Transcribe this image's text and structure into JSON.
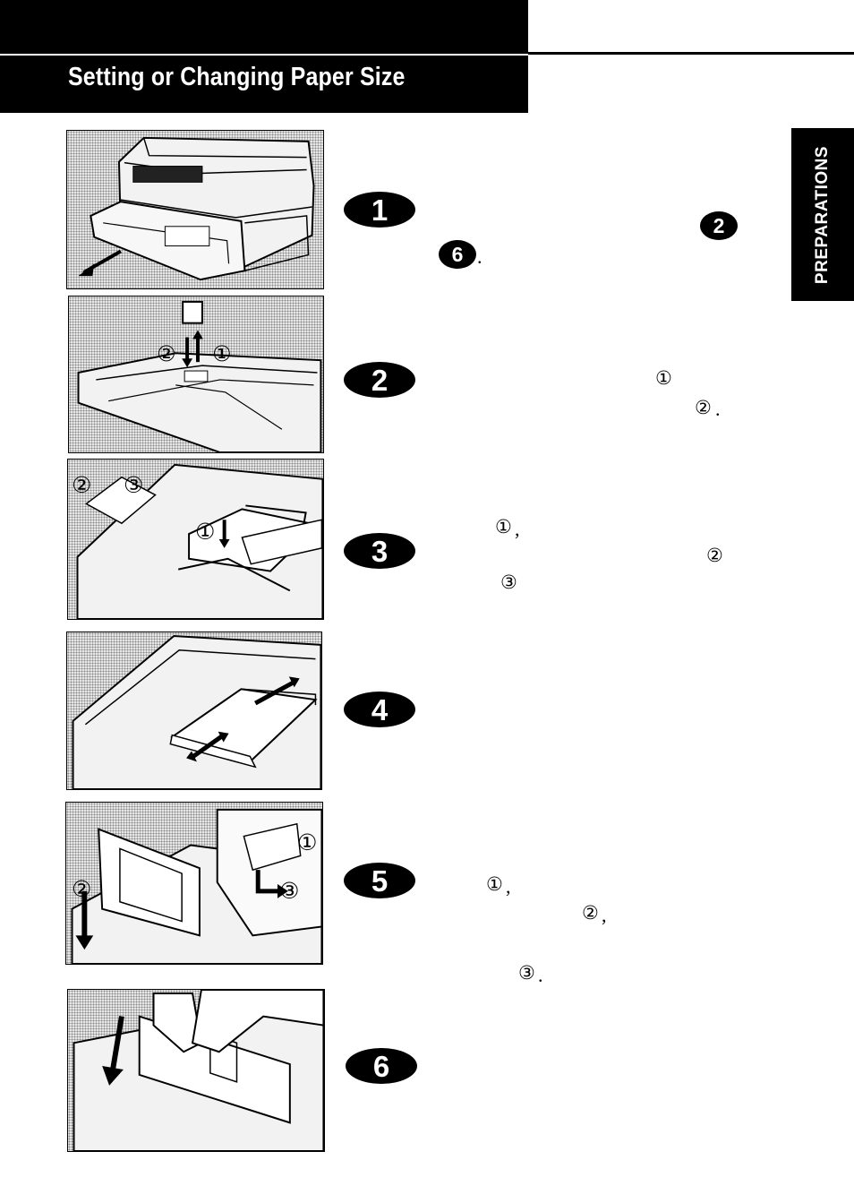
{
  "header": {
    "title": "Setting or Changing Paper Size"
  },
  "side_tab": {
    "label": "PREPARATIONS"
  },
  "steps": [
    {
      "badge": "1",
      "ref_badge_a": "2",
      "ref_badge_b": "6",
      "ref_b_suffix": "."
    },
    {
      "badge": "2",
      "mark_a": "①",
      "mark_b": "②",
      "mark_b_suffix": "."
    },
    {
      "badge": "3",
      "mark_a": "①",
      "mark_a_suffix": ",",
      "mark_b": "②",
      "mark_c": "③"
    },
    {
      "badge": "4"
    },
    {
      "badge": "5",
      "mark_a": "①",
      "mark_a_suffix": ",",
      "mark_b": "②",
      "mark_b_suffix": ",",
      "mark_c": "③",
      "mark_c_suffix": "."
    },
    {
      "badge": "6"
    }
  ],
  "illustration_callouts": {
    "step2": [
      "②",
      "①"
    ],
    "step3": [
      "②",
      "③",
      "①"
    ],
    "step5": [
      "①",
      "②",
      "③"
    ]
  }
}
